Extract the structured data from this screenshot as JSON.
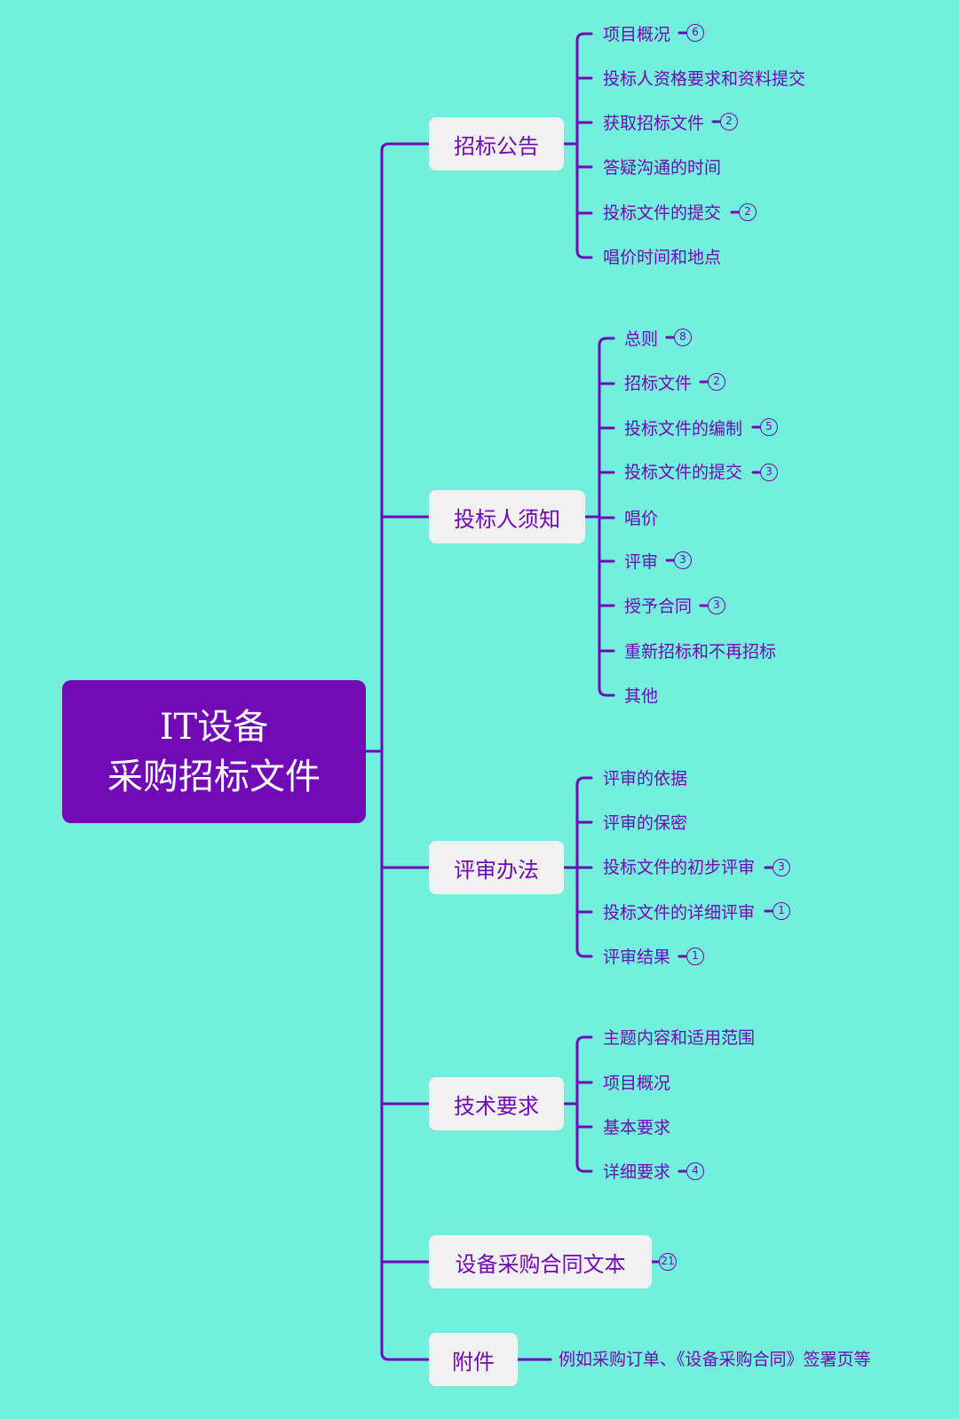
{
  "colors": {
    "background": "#72EFDD",
    "accent": "#7209B7",
    "node_fill": "#F1F1F1",
    "root_text": "#FFFFFF"
  },
  "root": {
    "line1": "IT设备",
    "line2": "采购招标文件"
  },
  "branches": [
    {
      "label": "招标公告",
      "children": [
        {
          "label": "项目概况",
          "count": "6"
        },
        {
          "label": "投标人资格要求和资料提交"
        },
        {
          "label": "获取招标文件",
          "count": "2"
        },
        {
          "label": "答疑沟通的时间"
        },
        {
          "label": "投标文件的提交",
          "count": "2"
        },
        {
          "label": "唱价时间和地点"
        }
      ]
    },
    {
      "label": "投标人须知",
      "children": [
        {
          "label": "总则",
          "count": "8"
        },
        {
          "label": "招标文件",
          "count": "2"
        },
        {
          "label": "投标文件的编制",
          "count": "5"
        },
        {
          "label": "投标文件的提交",
          "count": "3"
        },
        {
          "label": "唱价"
        },
        {
          "label": "评审",
          "count": "3"
        },
        {
          "label": "授予合同",
          "count": "3"
        },
        {
          "label": "重新招标和不再招标"
        },
        {
          "label": "其他"
        }
      ]
    },
    {
      "label": "评审办法",
      "children": [
        {
          "label": "评审的依据"
        },
        {
          "label": "评审的保密"
        },
        {
          "label": "投标文件的初步评审",
          "count": "3"
        },
        {
          "label": "投标文件的详细评审",
          "count": "1"
        },
        {
          "label": "评审结果",
          "count": "1"
        }
      ]
    },
    {
      "label": "技术要求",
      "children": [
        {
          "label": "主题内容和适用范围"
        },
        {
          "label": "项目概况"
        },
        {
          "label": "基本要求"
        },
        {
          "label": "详细要求",
          "count": "4"
        }
      ]
    },
    {
      "label": "设备采购合同文本",
      "count": "21",
      "children": []
    },
    {
      "label": "附件",
      "children": [
        {
          "label": "例如采购订单、《设备采购合同》签署页等"
        }
      ]
    }
  ]
}
